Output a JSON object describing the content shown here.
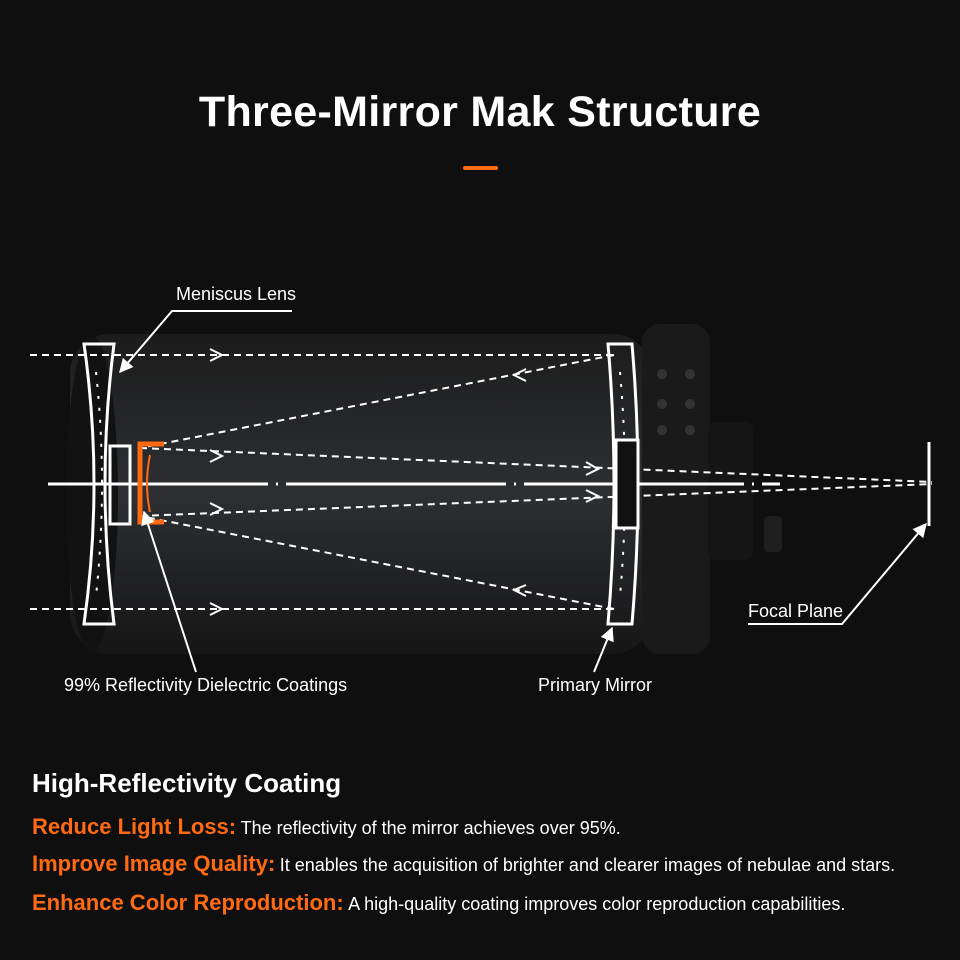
{
  "title": "Three-Mirror Mak Structure",
  "accent_color": "#ff6a13",
  "labels": {
    "meniscus_lens": "Meniscus Lens",
    "focal_plane": "Focal Plane",
    "coatings": "99% Reflectivity Dielectric Coatings",
    "primary_mirror": "Primary Mirror"
  },
  "section": {
    "title": "High-Reflectivity Coating",
    "features": [
      {
        "key": "Reduce Light Loss:",
        "text": "The reflectivity of the mirror achieves over 95%."
      },
      {
        "key": "Improve Image Quality:",
        "text": "It enables the acquisition of brighter and clearer images of nebulae and stars."
      },
      {
        "key": "Enhance Color Reproduction:",
        "text": "A high-quality coating improves color reproduction capabilities."
      }
    ]
  }
}
